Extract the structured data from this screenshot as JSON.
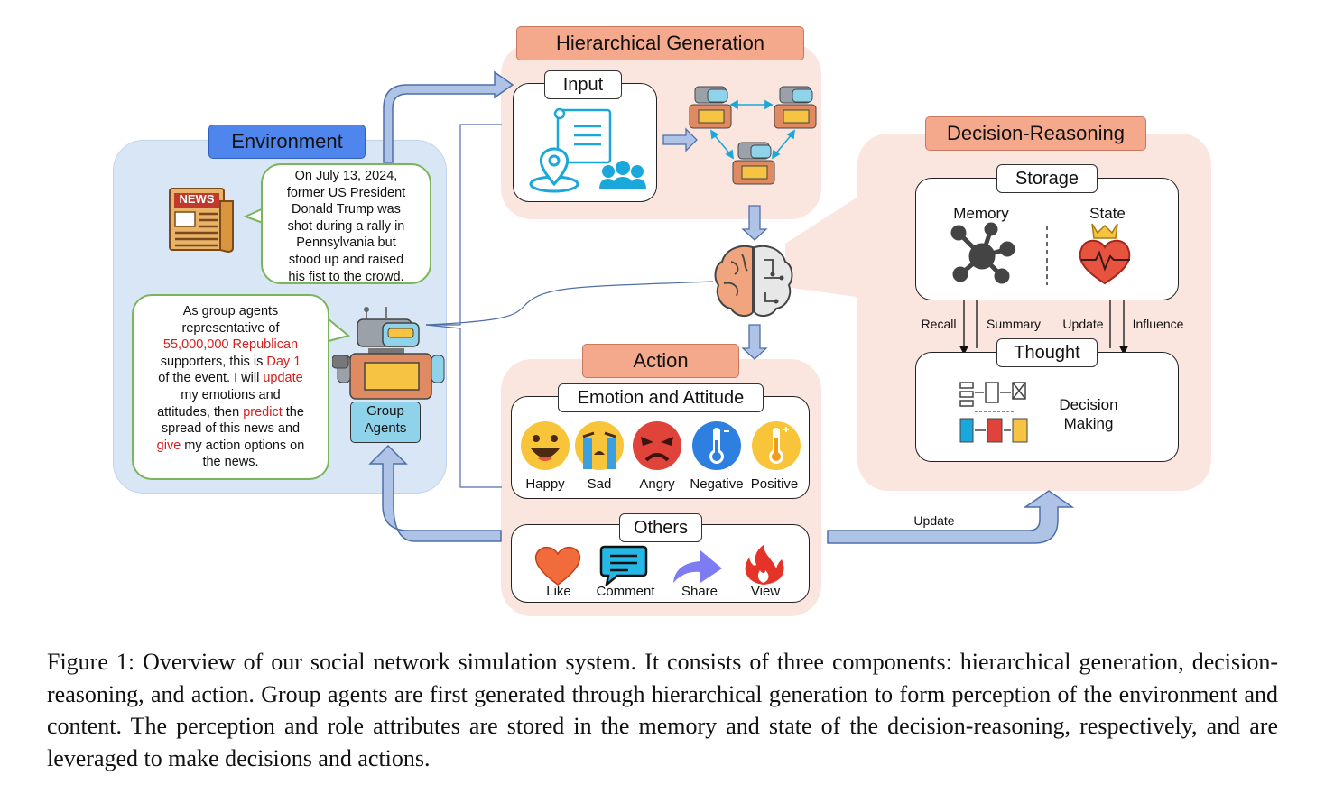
{
  "environment": {
    "title": "Environment",
    "news_icon_text": "NEWS",
    "news_bubble": [
      "On July 13, 2024,",
      "former US President",
      "Donald Trump was",
      "shot during a rally in",
      "Pennsylvania but",
      "stood up and raised",
      "his fist to the crowd."
    ],
    "agent_bubble": {
      "l1": "As group agents",
      "l2": "representative of",
      "l3": "55,000,000 Republican",
      "l4a": "supporters, this is ",
      "l4b": "Day 1",
      "l5a": "of the event. I will ",
      "l5b": "update",
      "l6": "my emotions and",
      "l7a": "attitudes, then ",
      "l7b": "predict",
      "l7c": " the",
      "l8": "spread of this news and",
      "l9a": "give",
      "l9b": " my action options on",
      "l10": "the news."
    },
    "group_agents_label_1": "Group",
    "group_agents_label_2": "Agents"
  },
  "hierarchical_generation": {
    "title": "Hierarchical Generation",
    "input_label": "Input"
  },
  "decision_reasoning": {
    "title": "Decision-Reasoning",
    "storage_label": "Storage",
    "memory_label": "Memory",
    "state_label": "State",
    "thought_label": "Thought",
    "decision_label_1": "Decision",
    "decision_label_2": "Making",
    "arrows": {
      "recall": "Recall",
      "summary": "Summary",
      "update": "Update",
      "influence": "Influence"
    }
  },
  "action": {
    "title": "Action",
    "emotion_label": "Emotion and Attitude",
    "emotions": [
      "Happy",
      "Sad",
      "Angry",
      "Negative",
      "Positive"
    ],
    "others_label": "Others",
    "others": [
      "Like",
      "Comment",
      "Share",
      "View"
    ]
  },
  "update_arrow_label": "Update",
  "caption": "Figure 1: Overview of our social network simulation system. It consists of three components: hierarchical generation, decision-reasoning, and action. Group agents are first generated through hierarchical generation to form perception of the environment and content. The perception and role attributes are stored in the memory and state of the decision-reasoning, respectively, and are leveraged to make decisions and actions.",
  "colors": {
    "env_panel": "#d9e6f6",
    "orange_panel": "#fbe6df",
    "title_blue": "#4f86ee",
    "title_orange": "#f4a88c",
    "arrow_fill": "#aec3e6",
    "highlight_red": "#d42020",
    "bubble_border": "#7ab55c"
  }
}
